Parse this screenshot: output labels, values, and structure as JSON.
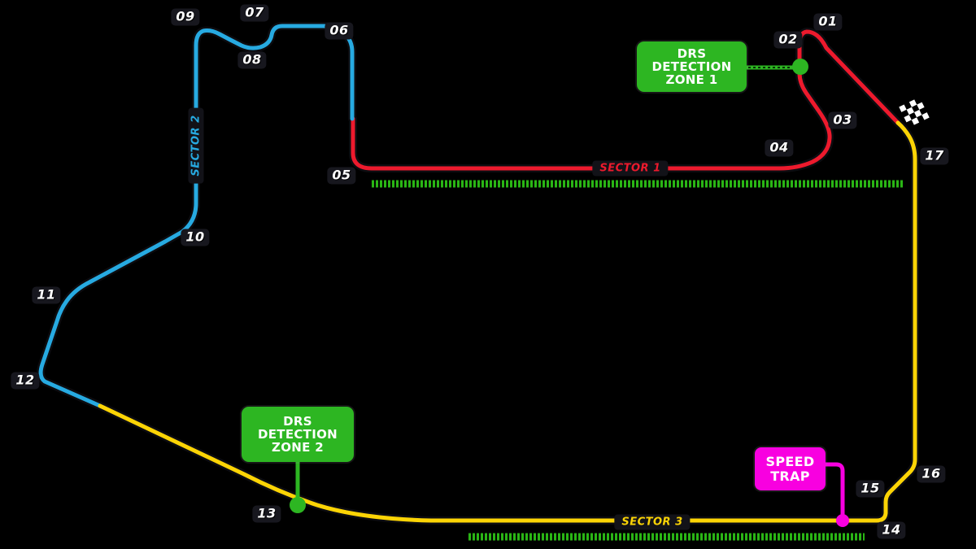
{
  "colors": {
    "background": "#000000",
    "sector1_red": "#ed1a2d",
    "sector2_cyan": "#27aae1",
    "sector3_yellow": "#fcd405",
    "drs_green": "#2db622",
    "drs_dash_green": "#2dbf17",
    "speed_trap_magenta": "#f800e0",
    "label_text": "#ffffff",
    "badge_bg": "#17171e"
  },
  "icons": {
    "finish": "checkered-flag"
  },
  "sectors": [
    {
      "label": "SECTOR 1",
      "color": "#ed1a2d"
    },
    {
      "label": "SECTOR 2",
      "color": "#27aae1"
    },
    {
      "label": "SECTOR 3",
      "color": "#fcd405"
    }
  ],
  "turns": [
    {
      "label": "01"
    },
    {
      "label": "02"
    },
    {
      "label": "03"
    },
    {
      "label": "04"
    },
    {
      "label": "05"
    },
    {
      "label": "06"
    },
    {
      "label": "07"
    },
    {
      "label": "08"
    },
    {
      "label": "09"
    },
    {
      "label": "10"
    },
    {
      "label": "11"
    },
    {
      "label": "12"
    },
    {
      "label": "13"
    },
    {
      "label": "14"
    },
    {
      "label": "15"
    },
    {
      "label": "16"
    },
    {
      "label": "17"
    }
  ],
  "drs_zone_1": {
    "line1": "DRS",
    "line2": "DETECTION",
    "line3": "ZONE 1"
  },
  "drs_zone_2": {
    "line1": "DRS",
    "line2": "DETECTION",
    "line3": "ZONE 2"
  },
  "speed_trap": {
    "line1": "SPEED",
    "line2": "TRAP"
  }
}
